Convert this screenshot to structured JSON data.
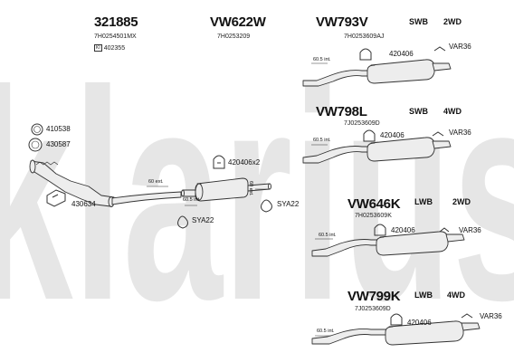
{
  "watermark": {
    "text": "klarius",
    "color": "#e6e6e6"
  },
  "colors": {
    "pipe_fill": "#ededed",
    "pipe_stroke": "#333333",
    "text": "#111111"
  },
  "column1": {
    "code": "321885",
    "oem": "7H0254501MX",
    "ref_badge": "KI",
    "ref_number": "402355"
  },
  "column2": {
    "code": "VW622W",
    "oem": "7H0253209"
  },
  "ring_parts": [
    {
      "part": "410538",
      "icon": "gasket-ring"
    },
    {
      "part": "430587",
      "icon": "gasket-ring"
    }
  ],
  "cat_bracket_part": "430634",
  "center_clamp_part": "420406x2",
  "center_hangers": [
    {
      "part": "SYA22",
      "icon": "rubber-hanger"
    },
    {
      "part": "SYA22",
      "icon": "rubber-hanger"
    }
  ],
  "center_dims": {
    "ext_a": "60 ext.",
    "int_a": "60.5 int.",
    "ext_b": "60 ext."
  },
  "rear_variants": [
    {
      "code": "VW793V",
      "oem": "7H0253609AJ",
      "wheelbase": "SWB",
      "drive": "2WD",
      "clamp": "420406",
      "hanger": "VAR36",
      "dim": "60.5 int."
    },
    {
      "code": "VW798L",
      "oem": "7J0253609D",
      "wheelbase": "SWB",
      "drive": "4WD",
      "clamp": "420406",
      "hanger": "VAR36",
      "dim": "60.5 int."
    },
    {
      "code": "VW646K",
      "oem": "7H0253609K",
      "wheelbase": "LWB",
      "drive": "2WD",
      "clamp": "420406",
      "hanger": "VAR36",
      "dim": "60.5 int."
    },
    {
      "code": "VW799K",
      "oem": "7J0253609D",
      "wheelbase": "LWB",
      "drive": "4WD",
      "clamp": "420406",
      "hanger": "VAR36",
      "dim": "60.5 int."
    }
  ]
}
